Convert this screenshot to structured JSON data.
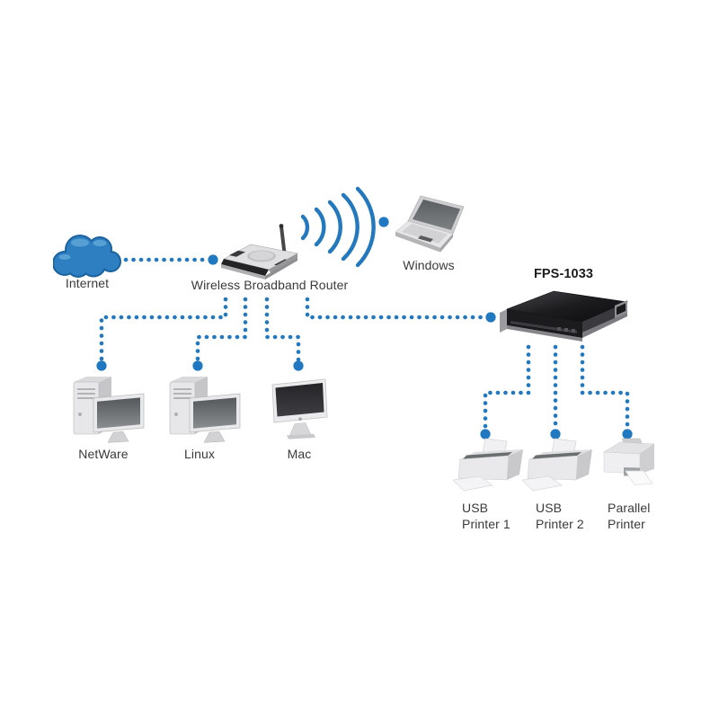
{
  "diagram_title": "FPS-1033 print server network diagram",
  "colors": {
    "accent_blue": "#2478bd",
    "cloud_blue": "#2d7fc2",
    "cloud_outline": "#1a629e",
    "text": "#3a3a3a"
  },
  "nodes": {
    "internet": {
      "label": "Internet",
      "icon": "internet-cloud-icon"
    },
    "router": {
      "label": "Wireless Broadband Router",
      "icon": "wireless-router-icon"
    },
    "windows": {
      "label": "Windows",
      "icon": "laptop-icon"
    },
    "print_server": {
      "label": "FPS-1033",
      "icon": "print-server-icon"
    },
    "netware": {
      "label": "NetWare",
      "icon": "desktop-computer-icon"
    },
    "linux": {
      "label": "Linux",
      "icon": "desktop-computer-icon"
    },
    "mac": {
      "label": "Mac",
      "icon": "imac-icon"
    },
    "usb_printer_1": {
      "label": "USB\nPrinter 1",
      "icon": "inkjet-printer-icon"
    },
    "usb_printer_2": {
      "label": "USB\nPrinter 2",
      "icon": "inkjet-printer-icon"
    },
    "parallel_printer": {
      "label": "Parallel\nPrinter",
      "icon": "laser-printer-icon"
    }
  },
  "connections": [
    {
      "from": "internet",
      "to": "router",
      "style": "dotted"
    },
    {
      "from": "router",
      "to": "windows",
      "style": "wireless-signal"
    },
    {
      "from": "router",
      "to": "netware",
      "style": "dotted"
    },
    {
      "from": "router",
      "to": "linux",
      "style": "dotted"
    },
    {
      "from": "router",
      "to": "mac",
      "style": "dotted"
    },
    {
      "from": "router",
      "to": "print_server",
      "style": "dotted"
    },
    {
      "from": "print_server",
      "to": "usb_printer_1",
      "style": "dotted"
    },
    {
      "from": "print_server",
      "to": "usb_printer_2",
      "style": "dotted"
    },
    {
      "from": "print_server",
      "to": "parallel_printer",
      "style": "dotted"
    }
  ]
}
